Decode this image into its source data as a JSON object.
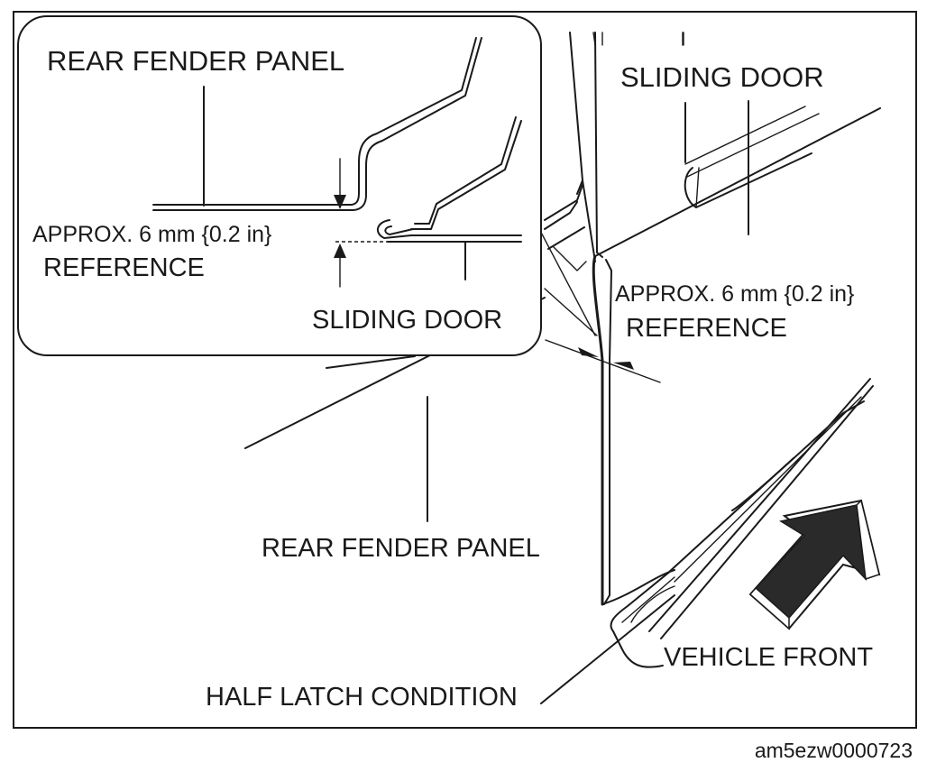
{
  "inset": {
    "rear_fender_label": "REAR FENDER PANEL",
    "gap_label": "APPROX. 6 mm {0.2 in}",
    "reference_label": "REFERENCE",
    "sliding_door_label": "SLIDING DOOR"
  },
  "main": {
    "sliding_door_label": "SLIDING DOOR",
    "gap_label": "APPROX. 6 mm {0.2 in}",
    "reference_label": "REFERENCE",
    "rear_fender_label": "REAR FENDER PANEL",
    "vehicle_front_label": "VEHICLE FRONT",
    "condition_label": "HALF LATCH CONDITION"
  },
  "figure_id": "am5ezw0000723",
  "icons": {
    "direction": "vehicle-front-arrow-icon"
  }
}
